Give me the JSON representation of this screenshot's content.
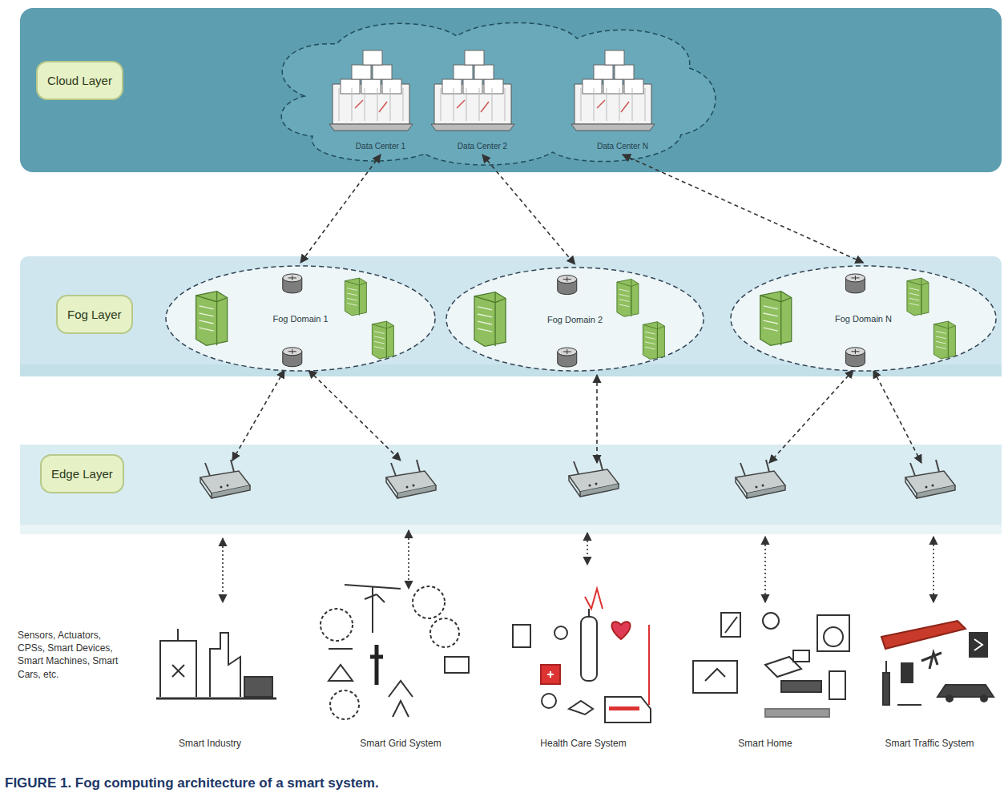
{
  "diagram": {
    "caption": "FIGURE 1. Fog computing architecture of a smart system.",
    "nodes": [
      {
        "text": [
          "Cloud Layer"
        ]
      },
      {
        "text": [
          "Data Center 1"
        ],
        "in": 0
      },
      {
        "text": [
          "Data Center 2"
        ],
        "in": 0
      },
      {
        "text": [
          "Data Center N"
        ],
        "in": 0
      },
      {
        "text": [
          "Fog Layer"
        ]
      },
      {
        "text": [
          "Fog Domain 1"
        ],
        "in": 4
      },
      {
        "text": [
          "Fog Domain 2"
        ],
        "in": 4
      },
      {
        "text": [
          "Fog Domain N"
        ],
        "in": 4
      },
      {
        "text": [
          "Edge Layer"
        ]
      }
    ],
    "edges": [
      {
        "from": 1,
        "to": 5,
        "arrow": "both"
      },
      {
        "from": 2,
        "to": 6,
        "arrow": "both"
      },
      {
        "from": 3,
        "to": 7,
        "arrow": "both"
      }
    ],
    "labels": [
      "Sensors, Actuators, CPSs, Smart Devices, Smart Machines, Smart Cars, etc.",
      "Smart Industry",
      "Smart Grid System",
      "Health Care System",
      "Smart Home",
      "Smart Traffic System"
    ]
  }
}
